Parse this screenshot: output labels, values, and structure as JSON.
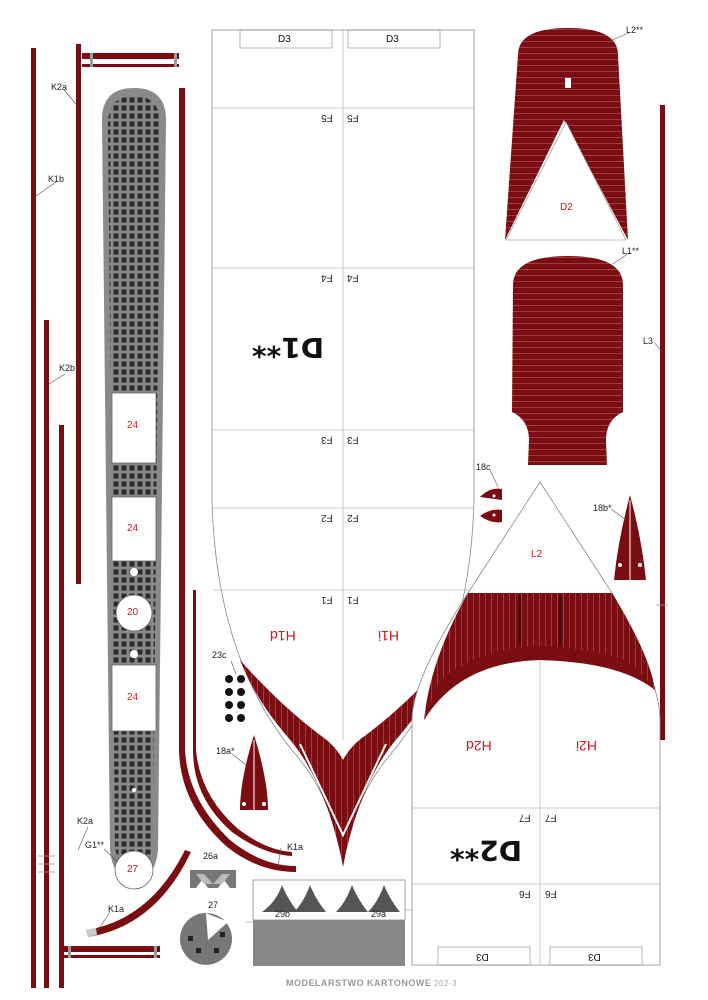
{
  "labels": {
    "k2a_top": "K2a",
    "k1b": "K1b",
    "k2b": "K2b",
    "k2a_bottom": "K2a",
    "g1": "G1**",
    "k1a_left": "K1a",
    "k1a_mid": "K1a",
    "l2_star": "L2**",
    "l1_star": "L1**",
    "l3": "L3",
    "p18c": "18c",
    "p18b": "18b*",
    "p18a": "18a*",
    "p23c": "23c",
    "p26a": "26a",
    "p27_small": "27",
    "p29b": "29b",
    "p29a": "29a"
  },
  "frame_parts": {
    "p24a": "24",
    "p24b": "24",
    "p20": "20",
    "p24c": "24",
    "p27": "27"
  },
  "deck_left": {
    "d3_left": "D3",
    "d3_right": "D3",
    "f5a": "F5",
    "f5b": "F5",
    "f4a": "F4",
    "f4b": "F4",
    "title": "D1**",
    "f3a": "F3",
    "f3b": "F3",
    "f2a": "F2",
    "f2b": "F2",
    "f1a": "F1",
    "f1b": "F1",
    "h1d": "H1d",
    "h1i": "H1i"
  },
  "deck_right": {
    "d2": "D2",
    "l2": "L2",
    "h2d": "H2d",
    "h2i": "H2i",
    "f7a": "F7",
    "f7b": "F7",
    "title": "D2**",
    "f6a": "F6",
    "f6b": "F6",
    "d3_left": "D3",
    "d3_right": "D3"
  },
  "footer": {
    "publisher": "MODELARSTWO KARTONOWE",
    "code": "202-3"
  },
  "colors": {
    "wood": "#7a0d12",
    "wood_line": "#b85a5e",
    "grid_fill": "#3c3c3c",
    "grid_frame": "#888888"
  }
}
